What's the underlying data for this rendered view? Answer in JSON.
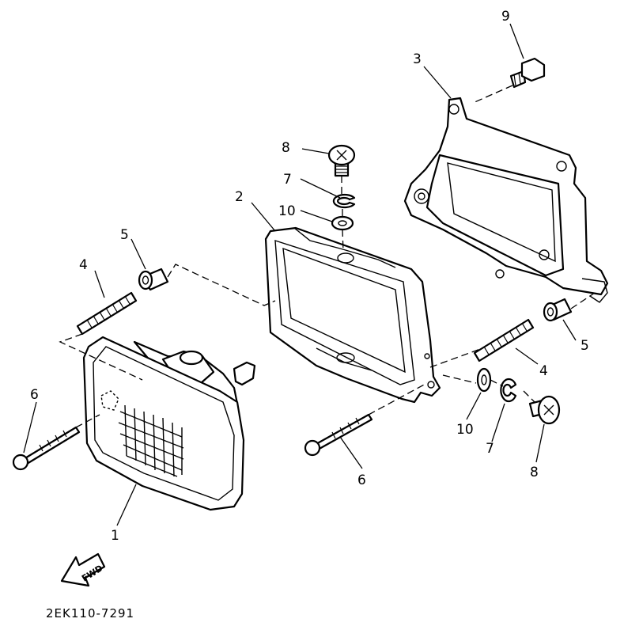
{
  "diagram": {
    "callouts": {
      "headlight": "1",
      "lens_frame": "2",
      "bracket": "3",
      "adjust_screw_left": "4",
      "adjust_screw_right": "4",
      "grommet_left": "5",
      "grommet_right": "5",
      "screw_left": "6",
      "screw_mid": "6",
      "circlip_top": "7",
      "circlip_right": "7",
      "bolt_top": "8",
      "bolt_right": "8",
      "bolt_bracket": "9",
      "washer_top": "10",
      "washer_right": "10"
    },
    "fwd_label": "FWD",
    "drawing_code": "2EK110-7291"
  }
}
